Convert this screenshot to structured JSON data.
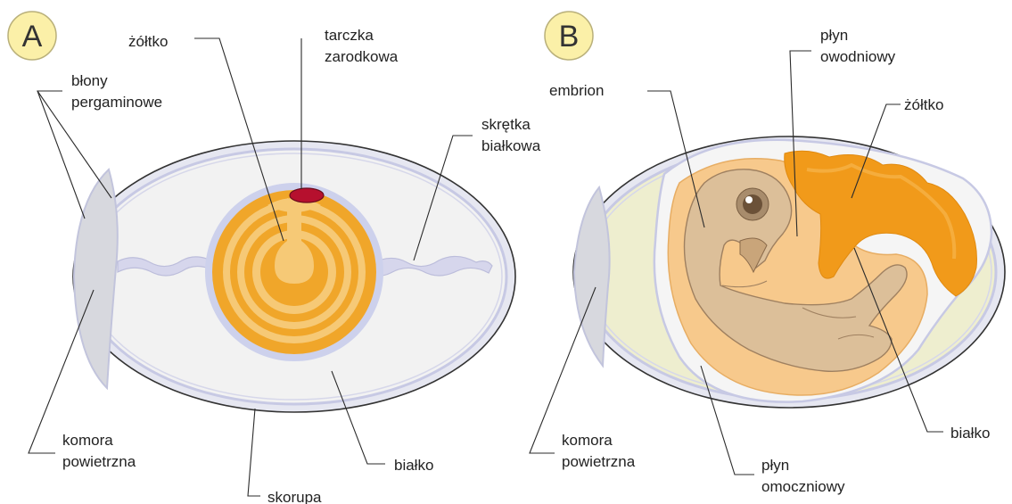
{
  "panel_a": {
    "badge": "A",
    "labels": {
      "zoltko": "żółtko",
      "tarczka_1": "tarczka",
      "tarczka_2": "zarodkowa",
      "blony_1": "błony",
      "blony_2": "pergaminowe",
      "skretka_1": "skrętka",
      "skretka_2": "białkowa",
      "komora_1": "komora",
      "komora_2": "powietrzna",
      "bialko": "białko",
      "skorupa": "skorupa"
    }
  },
  "panel_b": {
    "badge": "B",
    "labels": {
      "embrion": "embrion",
      "plyn_owod_1": "płyn",
      "plyn_owod_2": "owodniowy",
      "zoltko": "żółtko",
      "komora_1": "komora",
      "komora_2": "powietrzna",
      "bialko": "białko",
      "plyn_omocz_1": "płyn",
      "plyn_omocz_2": "omoczniowy"
    }
  },
  "colors": {
    "shell_outline": "#333333",
    "shell_band": "#c7c9e4",
    "albumen": "#f2f2f2",
    "air_cell": "#d7d8de",
    "yolk_outer": "#f0a62a",
    "yolk_inner": "#f6c976",
    "germinal_disc": "#b6102e",
    "embryo": "#dcbf99",
    "allantois_fluid": "#eeeecf",
    "amnion_fluid": "#f7c98c",
    "yolk_sac": "#f19a1a",
    "badge_fill": "#fbf0a8"
  }
}
